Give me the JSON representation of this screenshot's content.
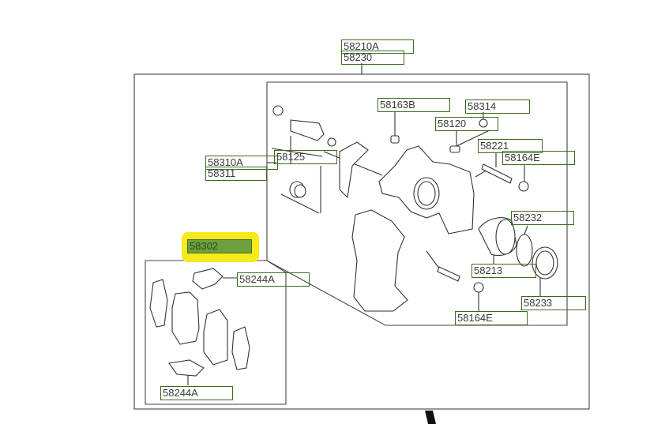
{
  "diagram": {
    "title": "Rear Brake Caliper Assembly",
    "colors": {
      "label_border": "#3a6b1e",
      "highlight_fill": "#6fa040",
      "highlight_halo": "#f7ea1a",
      "line": "#333333"
    },
    "labels": {
      "l58210A": "58210A",
      "l58230": "58230",
      "l58163B": "58163B",
      "l58314": "58314",
      "l58120": "58120",
      "l58221": "58221",
      "l58164E_top": "58164E",
      "l58310A": "58310A",
      "l58311": "58311",
      "l58125": "58125",
      "l58232": "58232",
      "l58302": "58302",
      "l58213": "58213",
      "l58244A_top": "58244A",
      "l58233": "58233",
      "l58164E_bottom": "58164E",
      "l58244A_bottom": "58244A"
    },
    "highlighted_part": "58302"
  }
}
